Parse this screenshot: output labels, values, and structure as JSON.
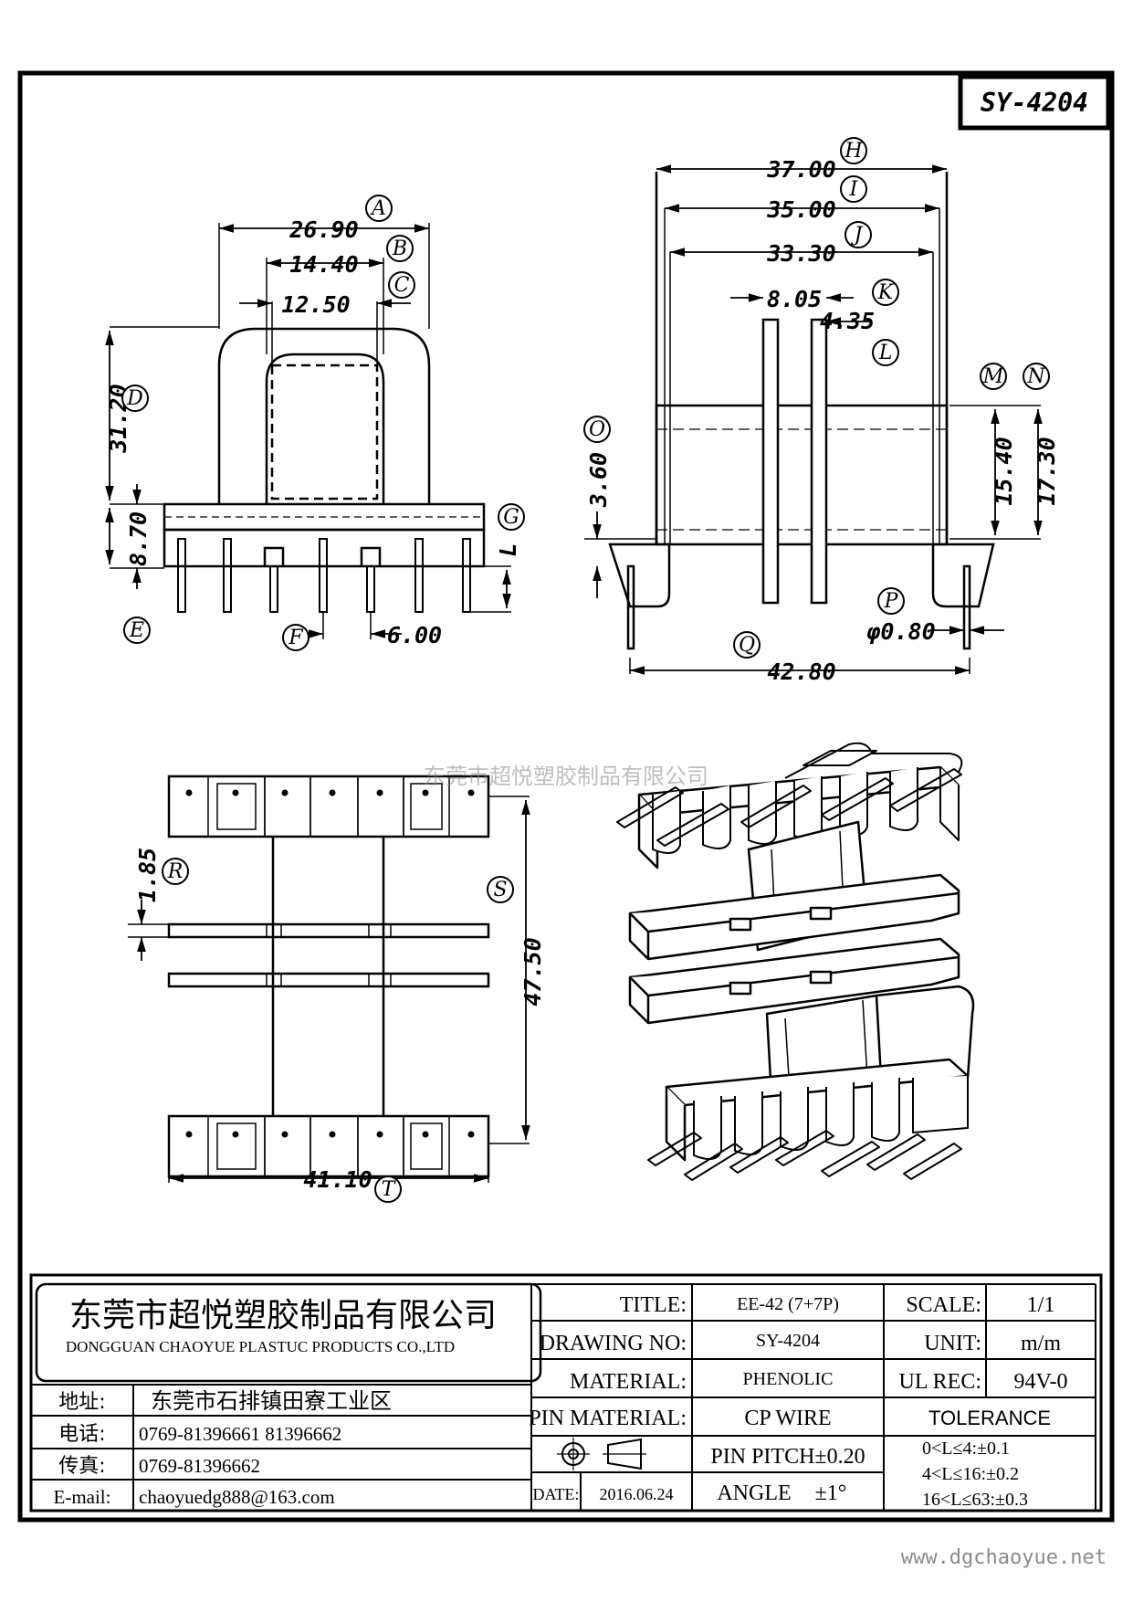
{
  "drawing_code": "SY-4204",
  "dimensions": {
    "A": "26.90",
    "B": "14.40",
    "C": "12.50",
    "D": "31.20",
    "E": "8.70",
    "F": "6.00",
    "G": "L",
    "H": "37.00",
    "I": "35.00",
    "J": "33.30",
    "K": "8.05",
    "L": "4.35",
    "M": "15.40",
    "N": "17.30",
    "O": "3.60",
    "P": "φ0.80",
    "Q": "42.80",
    "R": "1.85",
    "S": "47.50",
    "T": "41.10"
  },
  "callouts": [
    "A",
    "B",
    "C",
    "D",
    "E",
    "F",
    "G",
    "H",
    "I",
    "J",
    "K",
    "L",
    "M",
    "N",
    "O",
    "P",
    "Q",
    "R",
    "S",
    "T"
  ],
  "watermark": "东莞市超悦塑胶制品有限公司",
  "company": {
    "name_cn": "东莞市超悦塑胶制品有限公司",
    "name_en": "DONGGUAN CHAOYUE PLASTUC PRODUCTS CO.,LTD",
    "address_label": "地址:",
    "address": "东莞市石排镇田寮工业区",
    "phone_label": "电话:",
    "phone": "0769-81396661  81396662",
    "fax_label": "传真:",
    "fax": "0769-81396662",
    "email_label": "E-mail:",
    "email": "chaoyuedg888@163.com"
  },
  "title_block": {
    "title_label": "TITLE:",
    "title": "EE-42 (7+7P)",
    "drawing_no_label": "DRAWING NO:",
    "drawing_no": "SY-4204",
    "material_label": "MATERIAL:",
    "material": "PHENOLIC",
    "pin_material_label": "PIN MATERIAL:",
    "pin_material": "CP WIRE",
    "pin_pitch": "PIN PITCH±0.20",
    "angle_label": "ANGLE",
    "angle": "±1°",
    "date_label": "DATE:",
    "date": "2016.06.24",
    "scale_label": "SCALE:",
    "scale": "1/1",
    "unit_label": "UNIT:",
    "unit": "m/m",
    "ul_rec_label": "UL REC:",
    "ul_rec": "94V-0",
    "tolerance_label": "TOLERANCE",
    "tolerances": [
      "0<L≤4:±0.1",
      "4<L≤16:±0.2",
      "16<L≤63:±0.3"
    ]
  },
  "website": "www.dgchaoyue.net"
}
